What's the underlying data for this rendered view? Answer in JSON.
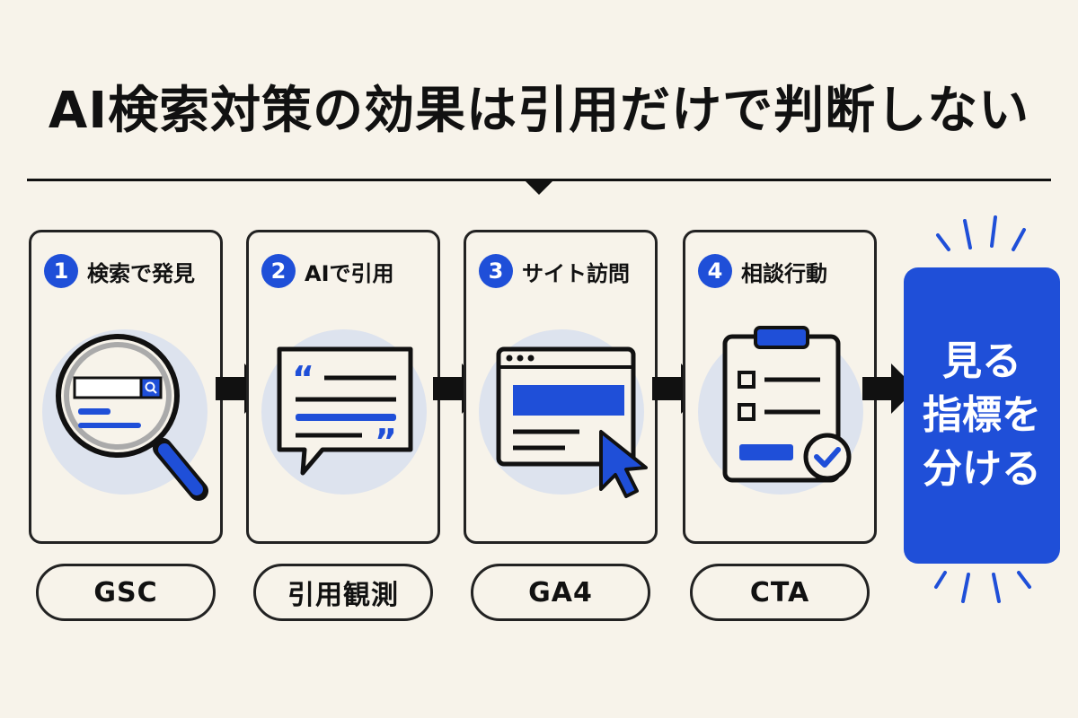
{
  "title": "AI検索対策の効果は引用だけで判断しない",
  "steps": [
    {
      "number": "1",
      "label": "検索で発見",
      "metric": "GSC"
    },
    {
      "number": "2",
      "label": "AIで引用",
      "metric": "引用観測"
    },
    {
      "number": "3",
      "label": "サイト訪問",
      "metric": "GA4"
    },
    {
      "number": "4",
      "label": "相談行動",
      "metric": "CTA"
    }
  ],
  "conclusion": {
    "lines": [
      "見る",
      "指標を",
      "分ける"
    ]
  },
  "colors": {
    "accent": "#1f4fd8",
    "ink": "#111111",
    "background": "#f7f3ea",
    "halo": "#c9d6f0"
  },
  "icons": [
    "magnifier-search-icon",
    "quote-bubble-icon",
    "browser-cursor-icon",
    "clipboard-check-icon",
    "arrow-right-icon"
  ]
}
